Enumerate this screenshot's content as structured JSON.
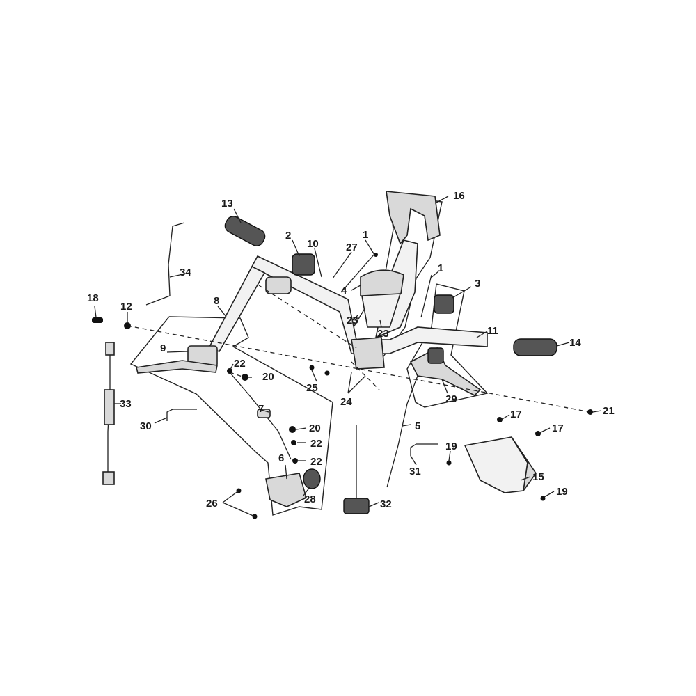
{
  "diagram": {
    "callouts": [
      "1",
      "1",
      "2",
      "3",
      "4",
      "5",
      "6",
      "7",
      "8",
      "9",
      "10",
      "11",
      "12",
      "13",
      "14",
      "15",
      "16",
      "17",
      "17",
      "18",
      "19",
      "19",
      "20",
      "20",
      "21",
      "22",
      "22",
      "22",
      "23",
      "23",
      "24",
      "25",
      "26",
      "27",
      "28",
      "29",
      "30",
      "31",
      "32",
      "33",
      "34"
    ]
  }
}
